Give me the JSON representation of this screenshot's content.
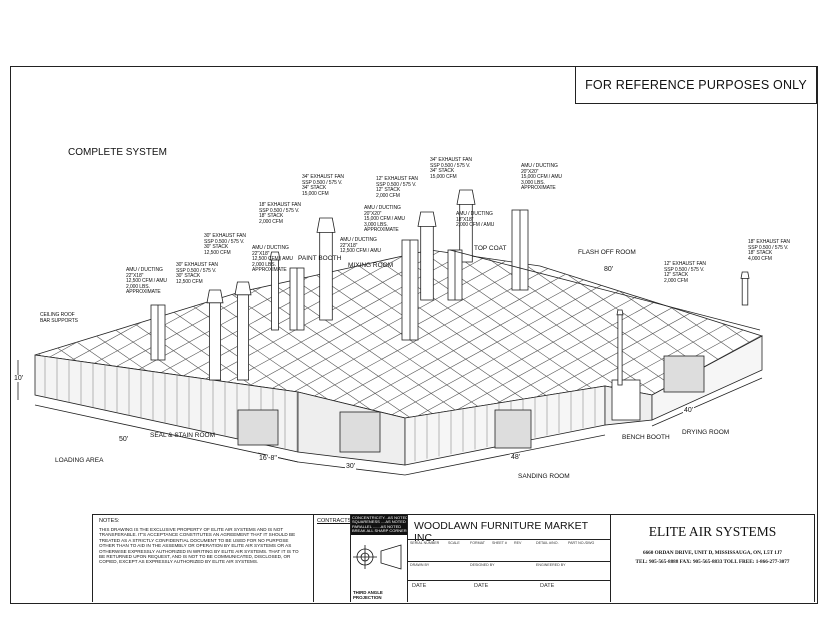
{
  "header": {
    "reference_note": "FOR REFERENCE PURPOSES ONLY"
  },
  "drawing": {
    "title": "COMPLETE SYSTEM",
    "callouts": [
      {
        "id": "fan-34-top",
        "text": "34\" EXHAUST FAN\nSSP 0.500 / 575 V.\n34\" STACK\n15,000 CFM"
      },
      {
        "id": "fan-12-top",
        "text": "12\" EXHAUST FAN\nSSP 0.500 / 575 V.\n12\" STACK\n2,000 CFM"
      },
      {
        "id": "fan-34-mid",
        "text": "34\" EXHAUST FAN\nSSP 0.500 / 575 V.\n34\" STACK\n15,000 CFM"
      },
      {
        "id": "fan-18-mid",
        "text": "18\" EXHAUST FAN\nSSP 0.500 / 575 V.\n18\" STACK\n2,000 CFM"
      },
      {
        "id": "fan-30-a",
        "text": "30\" EXHAUST FAN\nSSP 0.500 / 575 V.\n30\" STACK\n12,500 CFM"
      },
      {
        "id": "fan-30-b",
        "text": "30\" EXHAUST FAN\nSSP 0.500 / 575 V.\n30\" STACK\n12,500 CFM"
      },
      {
        "id": "amu-left",
        "text": "AMU / DUCTING\n22\"X18\"\n12,500 CFM / AMU\n2,000 LBS.\nAPPROXIMATE"
      },
      {
        "id": "amu-paint",
        "text": "AMU / DUCTING\n22\"X18\"\n12,500 CFM / AMU\n2,000 LBS.\nAPPROXIMATE"
      },
      {
        "id": "amu-mixing",
        "text": "AMU / DUCTING\n22\"X18\"\n12,500 CFM / AMU"
      },
      {
        "id": "amu-20-center",
        "text": "AMU / DUCTING\n20\"X20\"\n15,000 CFM / AMU\n3,000 LBS.\nAPPROXIMATE"
      },
      {
        "id": "amu-topcoat",
        "text": "AMU / DUCTING\n18\"X18\"\n2,000 CFM / AMU"
      },
      {
        "id": "amu-20-right",
        "text": "AMU / DUCTING\n20\"X20\"\n15,000 CFM / AMU\n3,000 LBS.\nAPPROXIMATE"
      },
      {
        "id": "roof-supports",
        "text": "CEILING ROOF\nBAR SUPPORTS"
      },
      {
        "id": "fan-12-right",
        "text": "12\" EXHAUST FAN\nSSP 0.500 / 575 V.\n12\" STACK\n2,000 CFM"
      },
      {
        "id": "fan-18-right",
        "text": "18\" EXHAUST FAN\nSSP 0.500 / 575 V.\n18\" STACK\n4,000 CFM"
      }
    ],
    "rooms": {
      "paint_booth": "PAINT BOOTH",
      "mixing_room": "MIXING ROOM",
      "top_coat": "TOP COAT",
      "flash_off_room": "FLASH OFF ROOM",
      "seal_stain_room": "SEAL & STAIN ROOM",
      "loading_area": "LOADING AREA",
      "bench_booth": "BENCH BOOTH",
      "drying_room": "DRYING ROOM",
      "sanding_room": "SANDING ROOM"
    },
    "dimensions": {
      "height": "10'",
      "seal_stain_width": "50'",
      "gap": "16'-8\"",
      "center_width": "30'",
      "sanding_width": "48'",
      "drying_width": "40'",
      "flash_off_length": "80'"
    }
  },
  "title_block": {
    "notes_heading": "NOTES:",
    "notes_text": "THIS DRAWING IS THE EXCLUSIVE PROPERTY OF ELITE AIR SYSTEMS AND IS NOT TRANSFERABLE. IT'S ACCEPTANCE CONSTITUTES AN AGREEMENT THAT IT SHOULD BE TREATED AS A STRICTLY CONFIDENTIAL DOCUMENT TO BE USED FOR NO PURPOSE OTHER THAN TO AID IN THE ASSEMBLY OR OPERATION BY ELITE AIR SYSTEMS OR AS OTHERWISE EXPRESSLY AUTHORIZED IN WRITING BY ELITE AIR SYSTEMS. THAT IT IS TO BE RETURNED UPON REQUEST, AND IS NOT TO BE COMMUNICATED, DISCLOSED, OR COPIED, EXCEPT AS EXPRESSLY AUTHORIZED BY ELITE AIR SYSTEMS.",
    "contracts_label": "CONTRACTS",
    "tolerances": "CONCENTRICITY...AS NOTED\nSQUARENESS ....AS NOTED\nPARALLEL .......AS NOTED\nBREAK ALL SHARP CORNERS",
    "projection_label": "THIRD ANGLE PROJECTION",
    "customer": "WOODLAWN FURNITURE MARKET INC.",
    "field_labels": [
      "SERIAL NUMBER",
      "SCALE",
      "FORMAT",
      "SHEET #",
      "REV",
      "DETAIL #/NO.",
      "PART NO./DWG",
      "DRAWN BY",
      "DESIGNED BY",
      "ENGINEERED BY"
    ],
    "date_labels": [
      "DATE",
      "DATE",
      "DATE"
    ],
    "company": "ELITE AIR SYSTEMS",
    "address": "6660 ORDAN DRIVE, UNIT D, MISSISSAUGA, ON, L5T 1J7",
    "phone": "TEL: 905-565-8888 FAX: 905-565-8833 TOLL FREE: 1-866-277-3077"
  }
}
